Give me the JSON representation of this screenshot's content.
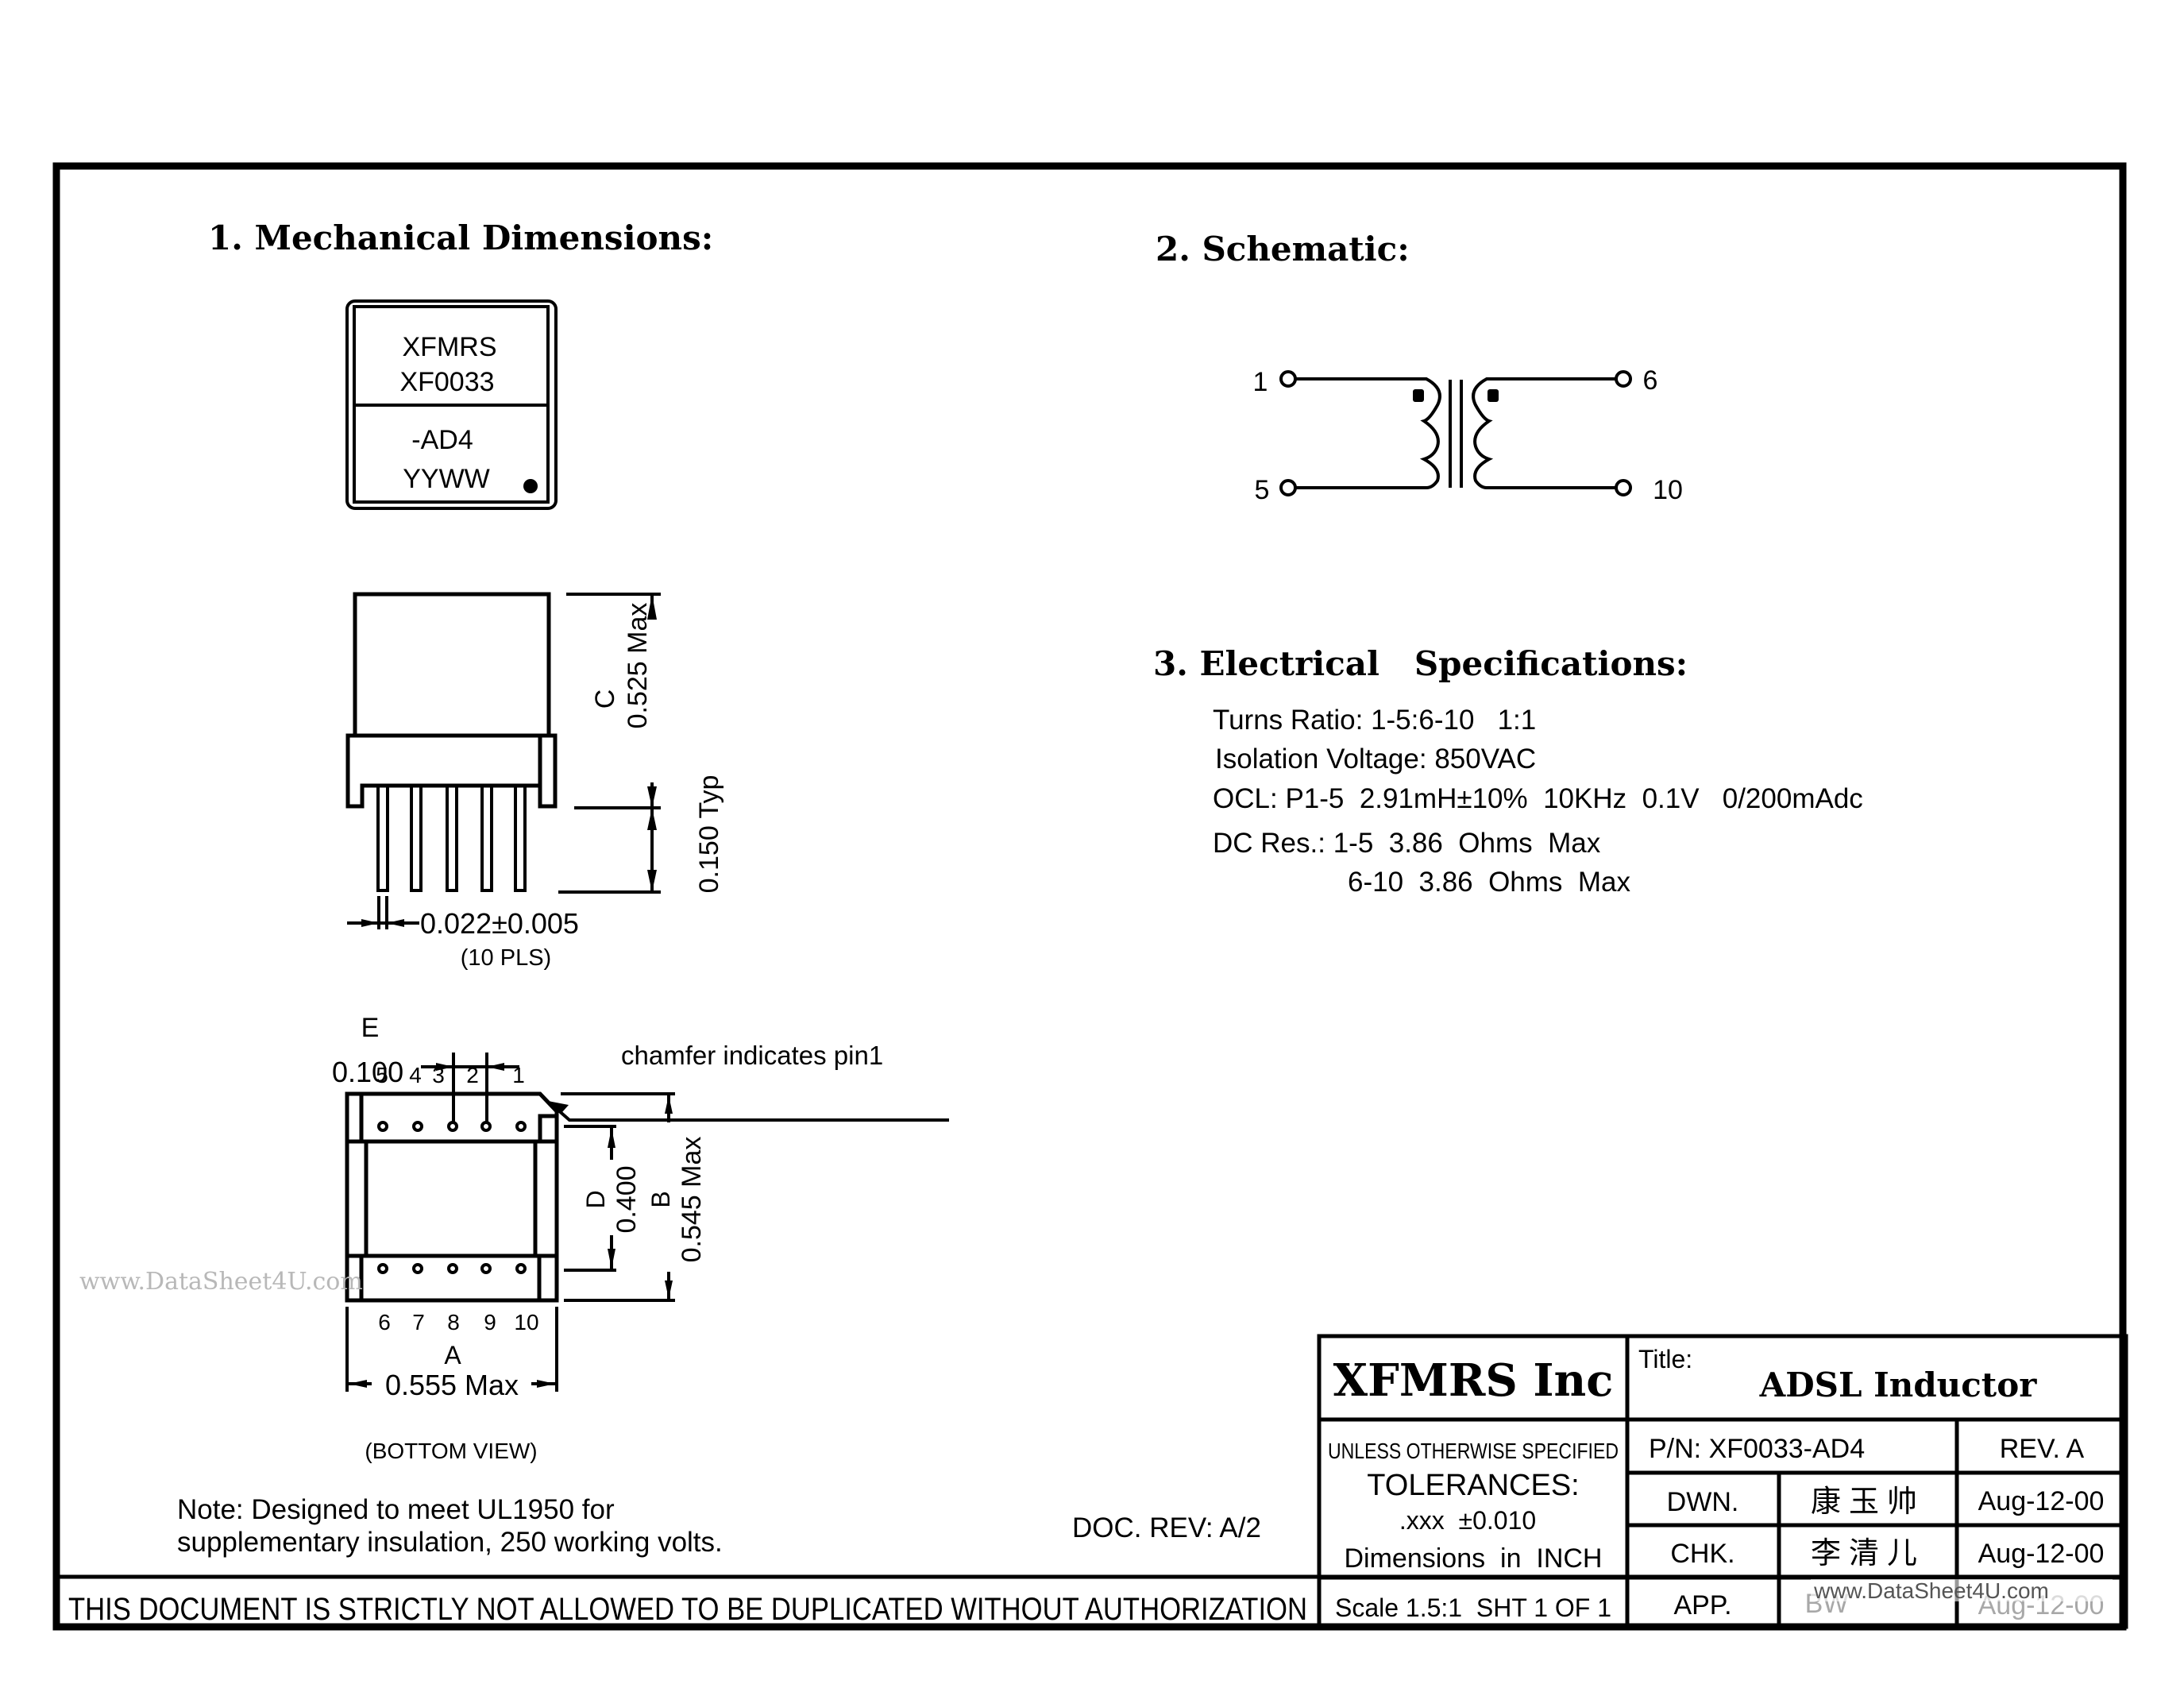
{
  "sections": {
    "mechanical": {
      "title": "1. Mechanical Dimensions:"
    },
    "schematic": {
      "title": "2. Schematic:"
    },
    "electrical": {
      "title": "3. Electrical   Specifications:"
    }
  },
  "top_view": {
    "marking_lines": [
      "XFMRS",
      "XF0033",
      "-AD4",
      "YYWW"
    ]
  },
  "side_view": {
    "dim_c_letter": "C",
    "dim_c_value": "0.525 Max",
    "dim_pin_length": "0.150 Typ",
    "dim_pin_width": "0.022±0.005",
    "dim_pin_width_note": "(10 PLS)"
  },
  "bottom_view": {
    "dim_e_letter": "E",
    "dim_e_value": "0.100",
    "top_pin_labels": [
      "5",
      "4",
      "3",
      "2",
      "1"
    ],
    "bottom_pin_labels": [
      "6",
      "7",
      "8",
      "9",
      "10"
    ],
    "chamfer_note": "chamfer indicates pin1",
    "dim_d_letter": "D",
    "dim_d_value": "0.400",
    "dim_b_letter": "B",
    "dim_b_value": "0.545 Max",
    "dim_a_letter": "A",
    "dim_a_value": "0.555 Max",
    "view_label": "(BOTTOM VIEW)"
  },
  "schematic": {
    "pins": {
      "p1": "1",
      "p5": "5",
      "p6": "6",
      "p10": "10"
    }
  },
  "electrical_specs": [
    {
      "label": "Turns Ratio:",
      "value": "1-5:6-10   1:1"
    },
    {
      "label": "Isolation Voltage:",
      "value": "850VAC"
    },
    {
      "label": "OCL:",
      "value": "P1-5  2.91mH±10%  10KHz  0.1V   0/200mAdc"
    },
    {
      "label": "DC Res.:",
      "value": "1-5  3.86  Ohms  Max"
    },
    {
      "label": "",
      "value": "6-10  3.86  Ohms  Max"
    }
  ],
  "note": {
    "line1": "Note: Designed to meet UL1950 for",
    "line2": "supplementary insulation, 250 working volts."
  },
  "doc_rev": "DOC. REV: A/2",
  "disclaimer": "THIS DOCUMENT IS STRICTLY NOT ALLOWED TO BE DUPLICATED WITHOUT AUTHORIZATION",
  "title_block": {
    "company": "XFMRS Inc",
    "title_label": "Title:",
    "title": "ADSL Inductor",
    "tolerance_lines": [
      "UNLESS OTHERWISE SPECIFIED",
      "TOLERANCES:",
      ".xxx  ±0.010",
      "Dimensions  in  INCH"
    ],
    "part_number": "P/N: XF0033-AD4",
    "revision": "REV. A",
    "scale_sheet": "Scale 1.5:1  SHT 1 OF 1",
    "rows": [
      {
        "role": "DWN.",
        "signature": "康玉帅",
        "date": "Aug-12-00"
      },
      {
        "role": "CHK.",
        "signature": "李清儿",
        "date": "Aug-12-00"
      },
      {
        "role": "APP.",
        "signature": "BW",
        "date": "Aug-12-00"
      }
    ]
  },
  "watermarks": {
    "left": "www.DataSheet4U.com",
    "title_block": "www.DataSheet4U.com"
  }
}
